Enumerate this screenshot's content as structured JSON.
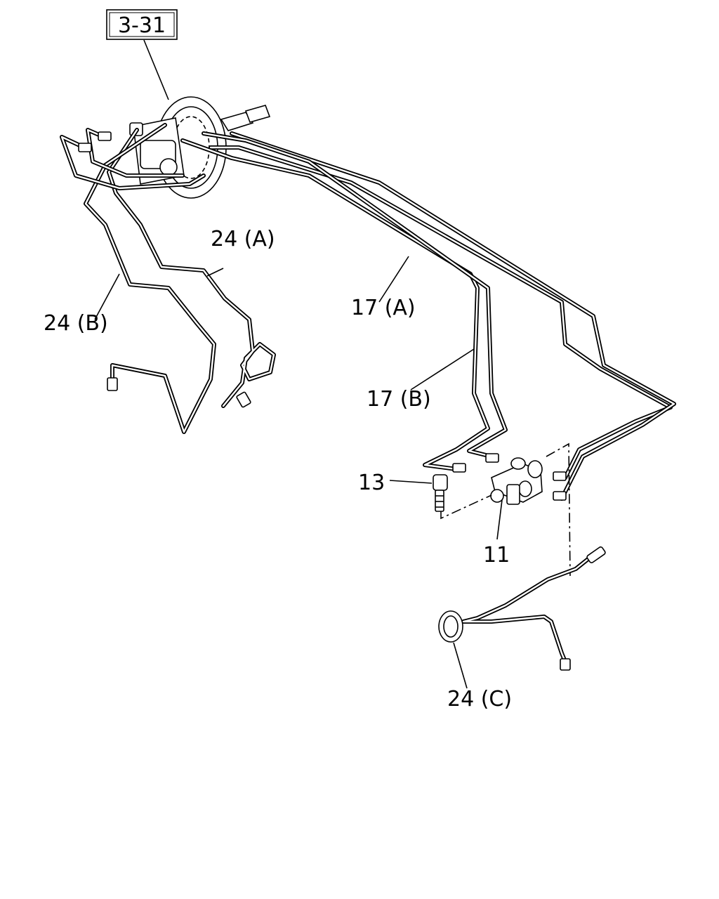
{
  "reference": {
    "label": "3-31"
  },
  "callouts": [
    {
      "id": "24a",
      "text": "24 (A)"
    },
    {
      "id": "24b",
      "text": "24 (B)"
    },
    {
      "id": "17a",
      "text": "17 (A)"
    },
    {
      "id": "17b",
      "text": "17 (B)"
    },
    {
      "id": "13",
      "text": "13"
    },
    {
      "id": "11",
      "text": "11"
    },
    {
      "id": "24c",
      "text": "24 (C)"
    }
  ]
}
